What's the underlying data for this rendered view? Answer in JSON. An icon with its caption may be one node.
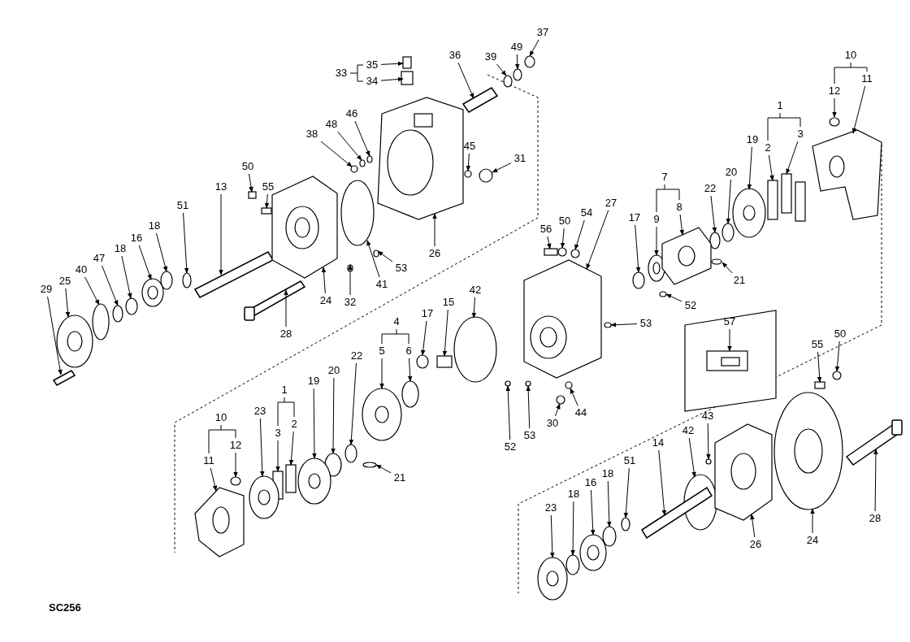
{
  "diagram": {
    "nodes": [
      {
        "text": [
          "35"
        ]
      },
      {
        "text": [
          "34"
        ]
      },
      {
        "text": [
          "36"
        ]
      },
      {
        "text": [
          "37"
        ]
      },
      {
        "text": [
          "49"
        ]
      },
      {
        "text": [
          "39"
        ]
      },
      {
        "text": [
          "46"
        ]
      },
      {
        "text": [
          "48"
        ]
      },
      {
        "text": [
          "38"
        ]
      },
      {
        "text": [
          "45"
        ]
      },
      {
        "text": [
          "31"
        ]
      },
      {
        "text": [
          "13"
        ]
      },
      {
        "text": [
          "50"
        ]
      },
      {
        "text": [
          "55"
        ]
      },
      {
        "text": [
          "51"
        ]
      },
      {
        "text": [
          "18"
        ]
      },
      {
        "text": [
          "16"
        ]
      },
      {
        "text": [
          "18"
        ]
      },
      {
        "text": [
          "47"
        ]
      },
      {
        "text": [
          "40"
        ]
      },
      {
        "text": [
          "25"
        ]
      },
      {
        "text": [
          "29"
        ]
      },
      {
        "text": [
          "26"
        ]
      },
      {
        "text": [
          "53"
        ]
      },
      {
        "text": [
          "41"
        ]
      },
      {
        "text": [
          "32"
        ]
      },
      {
        "text": [
          "24"
        ]
      },
      {
        "text": [
          "28"
        ]
      },
      {
        "text": [
          "12"
        ]
      },
      {
        "text": [
          "11"
        ]
      },
      {
        "text": [
          "2"
        ]
      },
      {
        "text": [
          "3"
        ]
      },
      {
        "text": [
          "19"
        ]
      },
      {
        "text": [
          "20"
        ]
      },
      {
        "text": [
          "22"
        ]
      },
      {
        "text": [
          "9"
        ]
      },
      {
        "text": [
          "8"
        ]
      },
      {
        "text": [
          "17"
        ]
      },
      {
        "text": [
          "27"
        ]
      },
      {
        "text": [
          "54"
        ]
      },
      {
        "text": [
          "50"
        ]
      },
      {
        "text": [
          "56"
        ]
      },
      {
        "text": [
          "21"
        ]
      },
      {
        "text": [
          "52"
        ]
      },
      {
        "text": [
          "53"
        ]
      },
      {
        "text": [
          "42"
        ]
      },
      {
        "text": [
          "15"
        ]
      },
      {
        "text": [
          "17"
        ]
      },
      {
        "text": [
          "5"
        ]
      },
      {
        "text": [
          "6"
        ]
      },
      {
        "text": [
          "22"
        ]
      },
      {
        "text": [
          "20"
        ]
      },
      {
        "text": [
          "19"
        ]
      },
      {
        "text": [
          "3"
        ]
      },
      {
        "text": [
          "2"
        ]
      },
      {
        "text": [
          "23"
        ]
      },
      {
        "text": [
          "12"
        ]
      },
      {
        "text": [
          "11"
        ]
      },
      {
        "text": [
          "21"
        ]
      },
      {
        "text": [
          "44"
        ]
      },
      {
        "text": [
          "30"
        ]
      },
      {
        "text": [
          "53"
        ]
      },
      {
        "text": [
          "52"
        ]
      },
      {
        "text": [
          "57"
        ]
      },
      {
        "text": [
          "55"
        ]
      },
      {
        "text": [
          "50"
        ]
      },
      {
        "text": [
          "43"
        ]
      },
      {
        "text": [
          "42"
        ]
      },
      {
        "text": [
          "14"
        ]
      },
      {
        "text": [
          "51"
        ]
      },
      {
        "text": [
          "18"
        ]
      },
      {
        "text": [
          "16"
        ]
      },
      {
        "text": [
          "18"
        ]
      },
      {
        "text": [
          "23"
        ]
      },
      {
        "text": [
          "26"
        ]
      },
      {
        "text": [
          "24"
        ]
      },
      {
        "text": [
          "28"
        ]
      },
      {
        "text": [],
        "shape": "box"
      },
      {
        "text": [],
        "shape": "box"
      },
      {
        "text": [],
        "shape": "bar"
      },
      {
        "text": [],
        "shape": "circle"
      },
      {
        "text": [],
        "shape": "circle"
      },
      {
        "text": [],
        "shape": "circle"
      },
      {
        "text": [],
        "shape": "circle"
      },
      {
        "text": [],
        "shape": "circle"
      },
      {
        "text": [],
        "shape": "circle"
      },
      {
        "text": [],
        "shape": "circle"
      },
      {
        "text": [],
        "shape": "circle"
      },
      {
        "text": [],
        "shape": "bar"
      },
      {
        "text": [],
        "shape": "box"
      },
      {
        "text": [],
        "shape": "box"
      },
      {
        "text": [],
        "shape": "circle"
      },
      {
        "text": [],
        "shape": "circle"
      },
      {
        "text": [],
        "shape": "circle"
      },
      {
        "text": [],
        "shape": "circle"
      },
      {
        "text": [],
        "shape": "circle"
      },
      {
        "text": [],
        "shape": "circle"
      },
      {
        "text": [],
        "shape": "circle"
      },
      {
        "text": [],
        "shape": "bar"
      },
      {
        "text": [],
        "shape": "picture"
      },
      {
        "text": [],
        "shape": "circle"
      },
      {
        "text": [],
        "shape": "circle"
      },
      {
        "text": [],
        "shape": "circle"
      },
      {
        "text": [],
        "shape": "picture"
      },
      {
        "text": [],
        "shape": "bar"
      },
      {
        "text": [],
        "shape": "circle"
      },
      {
        "text": [],
        "shape": "picture"
      },
      {
        "text": [],
        "shape": "box"
      },
      {
        "text": [],
        "shape": "box"
      },
      {
        "text": [],
        "shape": "circle"
      },
      {
        "text": [],
        "shape": "circle"
      },
      {
        "text": [],
        "shape": "circle"
      },
      {
        "text": [],
        "shape": "circle"
      },
      {
        "text": [],
        "shape": "picture"
      },
      {
        "text": [],
        "shape": "circle"
      },
      {
        "text": [],
        "shape": "picture"
      },
      {
        "text": [],
        "shape": "circle"
      },
      {
        "text": [],
        "shape": "circle"
      },
      {
        "text": [],
        "shape": "box"
      },
      {
        "text": [],
        "shape": "circle"
      },
      {
        "text": [],
        "shape": "circle"
      },
      {
        "text": [],
        "shape": "circle"
      },
      {
        "text": [],
        "shape": "circle"
      },
      {
        "text": [],
        "shape": "box"
      },
      {
        "text": [],
        "shape": "circle"
      },
      {
        "text": [],
        "shape": "circle"
      },
      {
        "text": [],
        "shape": "circle"
      },
      {
        "text": [],
        "shape": "circle"
      },
      {
        "text": [],
        "shape": "circle"
      },
      {
        "text": [],
        "shape": "circle"
      },
      {
        "text": [],
        "shape": "box"
      },
      {
        "text": [],
        "shape": "box"
      },
      {
        "text": [],
        "shape": "circle"
      },
      {
        "text": [],
        "shape": "circle"
      },
      {
        "text": [],
        "shape": "picture"
      },
      {
        "text": [],
        "shape": "circle"
      },
      {
        "text": [],
        "shape": "circle"
      },
      {
        "text": [],
        "shape": "circle"
      },
      {
        "text": [],
        "shape": "circle"
      },
      {
        "text": [],
        "shape": "circle"
      },
      {
        "text": [],
        "shape": "box"
      },
      {
        "text": [],
        "shape": "box"
      },
      {
        "text": [],
        "shape": "circle"
      },
      {
        "text": [],
        "shape": "circle"
      },
      {
        "text": [],
        "shape": "circle"
      },
      {
        "text": [],
        "shape": "bar"
      },
      {
        "text": [],
        "shape": "circle"
      },
      {
        "text": [],
        "shape": "circle"
      },
      {
        "text": [],
        "shape": "circle"
      },
      {
        "text": [],
        "shape": "circle"
      },
      {
        "text": [],
        "shape": "circle"
      },
      {
        "text": [],
        "shape": "picture"
      },
      {
        "text": [],
        "shape": "circle"
      },
      {
        "text": [],
        "shape": "bar"
      }
    ],
    "edges": [
      {
        "from": 0,
        "to": 77,
        "arrow": "to"
      },
      {
        "from": 1,
        "to": 78,
        "arrow": "to"
      },
      {
        "from": 2,
        "to": 79,
        "arrow": "to"
      },
      {
        "from": 3,
        "to": 80,
        "arrow": "to"
      },
      {
        "from": 4,
        "to": 81,
        "arrow": "to"
      },
      {
        "from": 5,
        "to": 82,
        "arrow": "to"
      },
      {
        "from": 6,
        "to": 83,
        "arrow": "to"
      },
      {
        "from": 7,
        "to": 84,
        "arrow": "to"
      },
      {
        "from": 8,
        "to": 85,
        "arrow": "to"
      },
      {
        "from": 9,
        "to": 86,
        "arrow": "to"
      },
      {
        "from": 10,
        "to": 87,
        "arrow": "to"
      },
      {
        "from": 11,
        "to": 88,
        "arrow": "to"
      },
      {
        "from": 12,
        "to": 89,
        "arrow": "to"
      },
      {
        "from": 13,
        "to": 90,
        "arrow": "to"
      },
      {
        "from": 14,
        "to": 91,
        "arrow": "to"
      },
      {
        "from": 15,
        "to": 92,
        "arrow": "to"
      },
      {
        "from": 16,
        "to": 93,
        "arrow": "to"
      },
      {
        "from": 17,
        "to": 94,
        "arrow": "to"
      },
      {
        "from": 18,
        "to": 95,
        "arrow": "to"
      },
      {
        "from": 19,
        "to": 96,
        "arrow": "to"
      },
      {
        "from": 20,
        "to": 97,
        "arrow": "to"
      },
      {
        "from": 21,
        "to": 98,
        "arrow": "to"
      },
      {
        "from": 22,
        "to": 99,
        "arrow": "to"
      },
      {
        "from": 23,
        "to": 100,
        "arrow": "to"
      },
      {
        "from": 24,
        "to": 101,
        "arrow": "to"
      },
      {
        "from": 25,
        "to": 102,
        "arrow": "to"
      },
      {
        "from": 26,
        "to": 103,
        "arrow": "to"
      },
      {
        "from": 27,
        "to": 104,
        "arrow": "to"
      },
      {
        "from": 28,
        "to": 105,
        "arrow": "to"
      },
      {
        "from": 29,
        "to": 106,
        "arrow": "to"
      },
      {
        "from": 30,
        "to": 107,
        "arrow": "to"
      },
      {
        "from": 31,
        "to": 108,
        "arrow": "to"
      },
      {
        "from": 32,
        "to": 109,
        "arrow": "to"
      },
      {
        "from": 33,
        "to": 110,
        "arrow": "to"
      },
      {
        "from": 34,
        "to": 111,
        "arrow": "to"
      },
      {
        "from": 35,
        "to": 112,
        "arrow": "to"
      },
      {
        "from": 36,
        "to": 113,
        "arrow": "to"
      },
      {
        "from": 37,
        "to": 114,
        "arrow": "to"
      },
      {
        "from": 38,
        "to": 115,
        "arrow": "to"
      },
      {
        "from": 39,
        "to": 116,
        "arrow": "to"
      },
      {
        "from": 40,
        "to": 117,
        "arrow": "to"
      },
      {
        "from": 41,
        "to": 118,
        "arrow": "to"
      },
      {
        "from": 42,
        "to": 119,
        "arrow": "to"
      },
      {
        "from": 43,
        "to": 120,
        "arrow": "to"
      },
      {
        "from": 44,
        "to": 121,
        "arrow": "to"
      },
      {
        "from": 45,
        "to": 122,
        "arrow": "to"
      },
      {
        "from": 46,
        "to": 123,
        "arrow": "to"
      },
      {
        "from": 47,
        "to": 124,
        "arrow": "to"
      },
      {
        "from": 48,
        "to": 125,
        "arrow": "to"
      },
      {
        "from": 49,
        "to": 126,
        "arrow": "to"
      },
      {
        "from": 50,
        "to": 127,
        "arrow": "to"
      },
      {
        "from": 51,
        "to": 128,
        "arrow": "to"
      },
      {
        "from": 52,
        "to": 129,
        "arrow": "to"
      },
      {
        "from": 53,
        "to": 130,
        "arrow": "to"
      },
      {
        "from": 54,
        "to": 131,
        "arrow": "to"
      },
      {
        "from": 55,
        "to": 132,
        "arrow": "to"
      },
      {
        "from": 56,
        "to": 133,
        "arrow": "to"
      },
      {
        "from": 57,
        "to": 134,
        "arrow": "to"
      },
      {
        "from": 58,
        "to": 135,
        "arrow": "to"
      },
      {
        "from": 59,
        "to": 136,
        "arrow": "to"
      },
      {
        "from": 60,
        "to": 137,
        "arrow": "to"
      },
      {
        "from": 61,
        "to": 138,
        "arrow": "to"
      },
      {
        "from": 62,
        "to": 139,
        "arrow": "to"
      },
      {
        "from": 63,
        "to": 140,
        "arrow": "to"
      },
      {
        "from": 64,
        "to": 141,
        "arrow": "to"
      },
      {
        "from": 65,
        "to": 142,
        "arrow": "to"
      },
      {
        "from": 66,
        "to": 143,
        "arrow": "to"
      },
      {
        "from": 67,
        "to": 144,
        "arrow": "to"
      },
      {
        "from": 68,
        "to": 145,
        "arrow": "to"
      },
      {
        "from": 69,
        "to": 146,
        "arrow": "to"
      },
      {
        "from": 70,
        "to": 147,
        "arrow": "to"
      },
      {
        "from": 71,
        "to": 148,
        "arrow": "to"
      },
      {
        "from": 72,
        "to": 149,
        "arrow": "to"
      },
      {
        "from": 73,
        "to": 150,
        "arrow": "to"
      },
      {
        "from": 74,
        "to": 151,
        "arrow": "to"
      },
      {
        "from": 75,
        "to": 152,
        "arrow": "to"
      },
      {
        "from": 76,
        "to": 153,
        "arrow": "to"
      }
    ],
    "labels": [
      "10",
      "33",
      "1",
      "7",
      "4",
      "1",
      "10",
      "SC256"
    ]
  }
}
